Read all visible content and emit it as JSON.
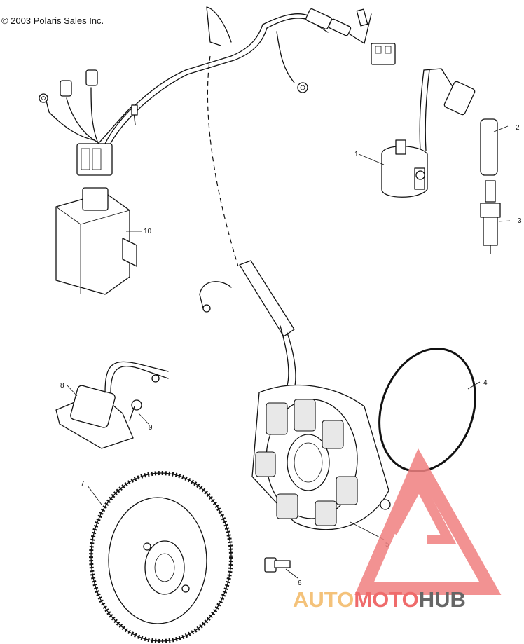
{
  "copyright": "© 2003 Polaris Sales Inc.",
  "callouts": [
    {
      "id": "1",
      "label": "1"
    },
    {
      "id": "2",
      "label": "2"
    },
    {
      "id": "3",
      "label": "3"
    },
    {
      "id": "4",
      "label": "4"
    },
    {
      "id": "5",
      "label": "5"
    },
    {
      "id": "6",
      "label": "6"
    },
    {
      "id": "7",
      "label": "7"
    },
    {
      "id": "8",
      "label": "8"
    },
    {
      "id": "9",
      "label": "9"
    },
    {
      "id": "10",
      "label": "10"
    }
  ],
  "watermark": {
    "part1": "AUTO",
    "part2": "MOTO",
    "part3": "HUB",
    "colors": {
      "part1": "#f4c27a",
      "part2": "#ef6b6b",
      "part3": "#666666",
      "logo": "#f08080"
    }
  }
}
